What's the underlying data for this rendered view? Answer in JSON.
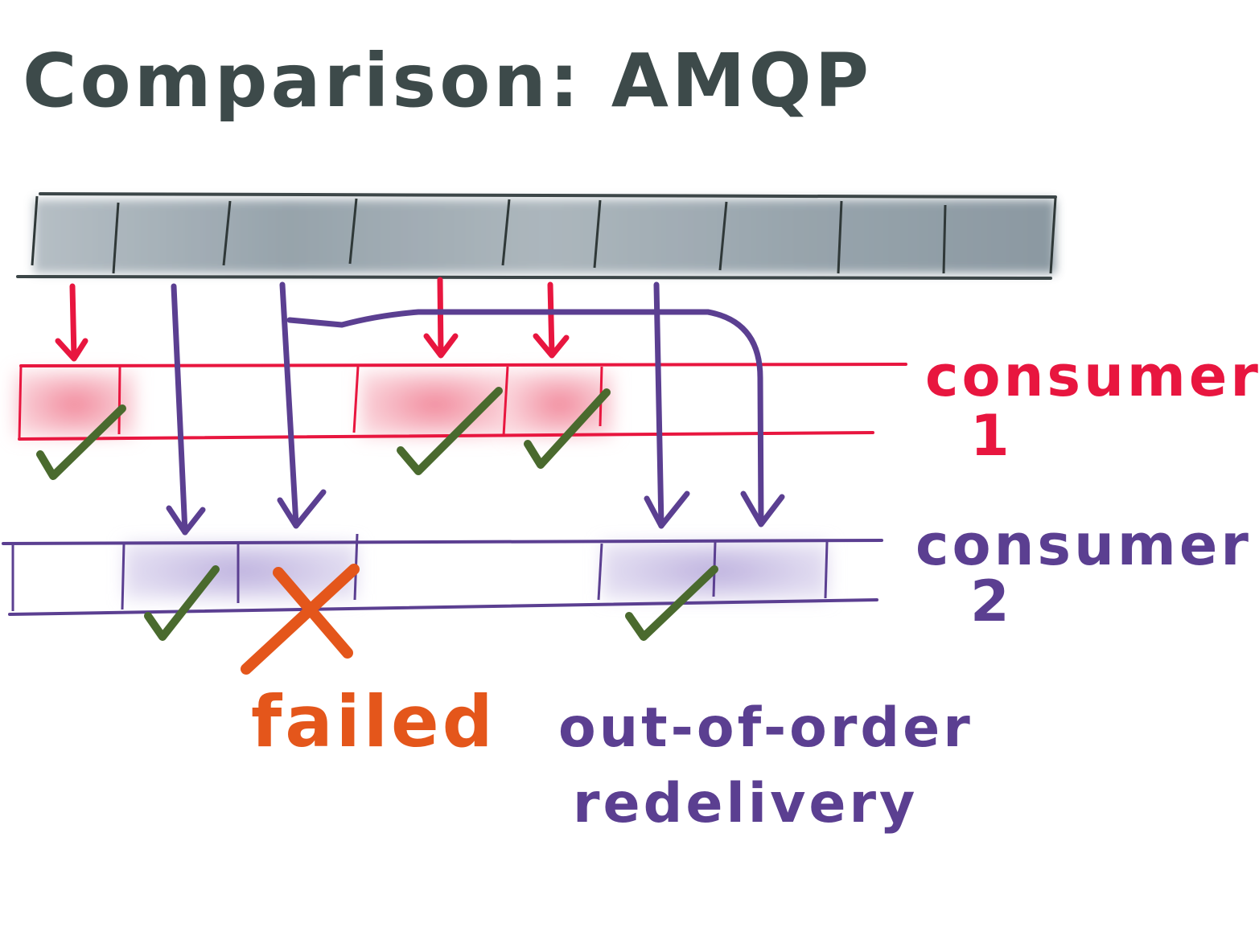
{
  "title": "Comparison: AMQP",
  "labels": {
    "consumer1": "consumer",
    "consumer1_num": "1",
    "consumer2": "consumer",
    "consumer2_num": "2",
    "failed": "failed",
    "redelivery_line1": "out-of-order",
    "redelivery_line2": "redelivery"
  },
  "colors": {
    "title": "#3d4a4a",
    "queue": "#6f7f88",
    "consumer1": "#e8163f",
    "consumer2": "#5b3f91",
    "check": "#4a6a2e",
    "failed": "#e4561b"
  },
  "icons": {
    "check": "check-mark-icon",
    "fail": "x-mark-icon"
  }
}
